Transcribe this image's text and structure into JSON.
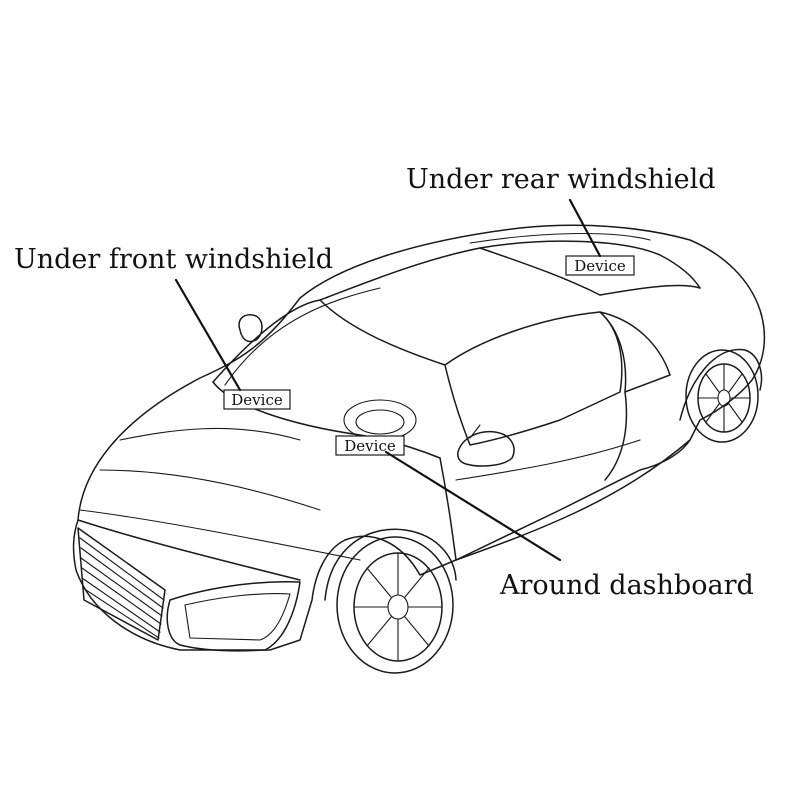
{
  "labels": {
    "rear": "Under rear windshield",
    "front": "Under front windshield",
    "dashboard": "Around dashboard"
  },
  "device_tags": {
    "rear": "Device",
    "front": "Device",
    "dashboard": "Device"
  },
  "colors": {
    "ink": "#1a1a1a",
    "background": "#ffffff"
  }
}
